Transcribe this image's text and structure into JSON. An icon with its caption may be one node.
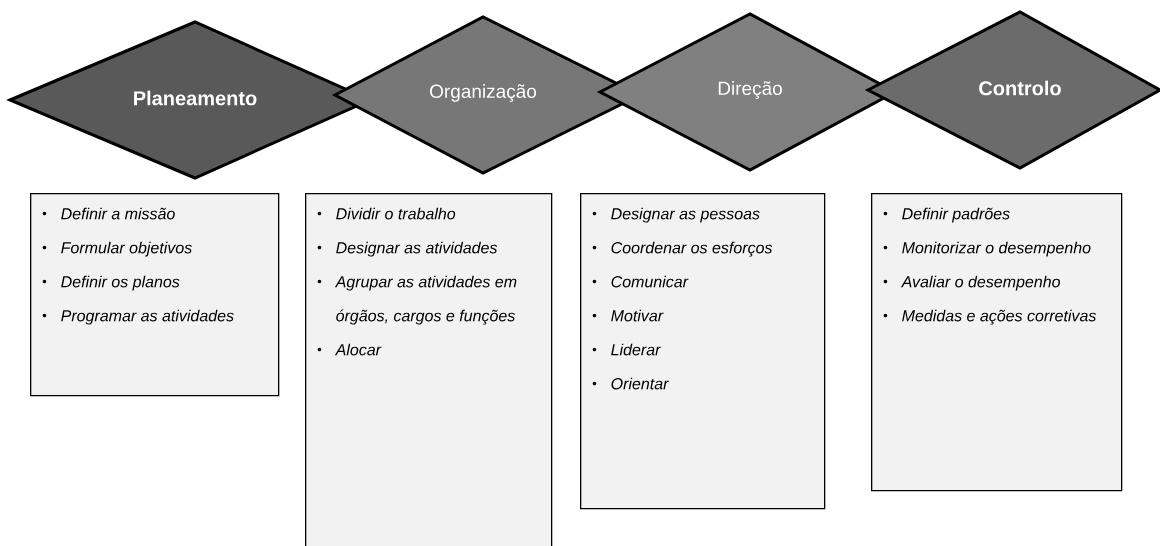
{
  "diagram": {
    "nodes": [
      {
        "text": [
          "Planeamento"
        ]
      },
      {
        "text": [
          "Organização"
        ]
      },
      {
        "text": [
          "Direção"
        ]
      },
      {
        "text": [
          "Controlo"
        ]
      },
      {
        "text": [
          "Definir a missão",
          "Formular objetivos",
          "Definir os planos",
          "Programar as atividades"
        ]
      },
      {
        "text": [
          "Dividir o trabalho",
          "Designar as atividades",
          "Agrupar as atividades em órgãos, cargos e funções",
          "Alocar"
        ]
      },
      {
        "text": [
          "Designar as pessoas",
          "Coordenar os esforços",
          "Comunicar",
          "Motivar",
          "Liderar",
          "Orientar"
        ]
      },
      {
        "text": [
          "Definir padrões",
          "Monitorizar o desempenho",
          "Avaliar o desempenho",
          "Medidas e ações corretivas"
        ]
      }
    ]
  }
}
